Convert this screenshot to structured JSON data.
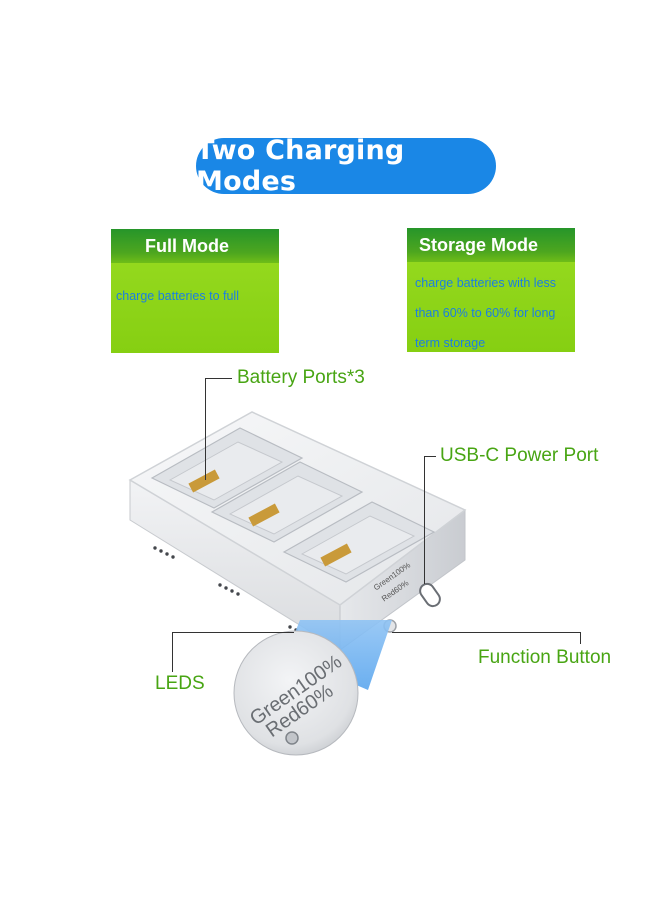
{
  "title": "Two Charging Modes",
  "modes": [
    {
      "name": "Full Mode",
      "description": "charge batteries to full"
    },
    {
      "name": "Storage Mode",
      "description": "charge batteries with less than 60% to 60% for long term storage"
    }
  ],
  "callouts": {
    "battery_ports": "Battery Ports*3",
    "usb_c": "USB-C Power Port",
    "function_button": "Function Button",
    "leds": "LEDS"
  },
  "device_print": {
    "green": "Green100%",
    "red": "Red60%"
  },
  "colors": {
    "title_pill": "#1a87e6",
    "card_green": "#8ed418",
    "card_header": "#1f8f22",
    "label_green": "#48a513",
    "desc_blue": "#1c7fe0"
  }
}
